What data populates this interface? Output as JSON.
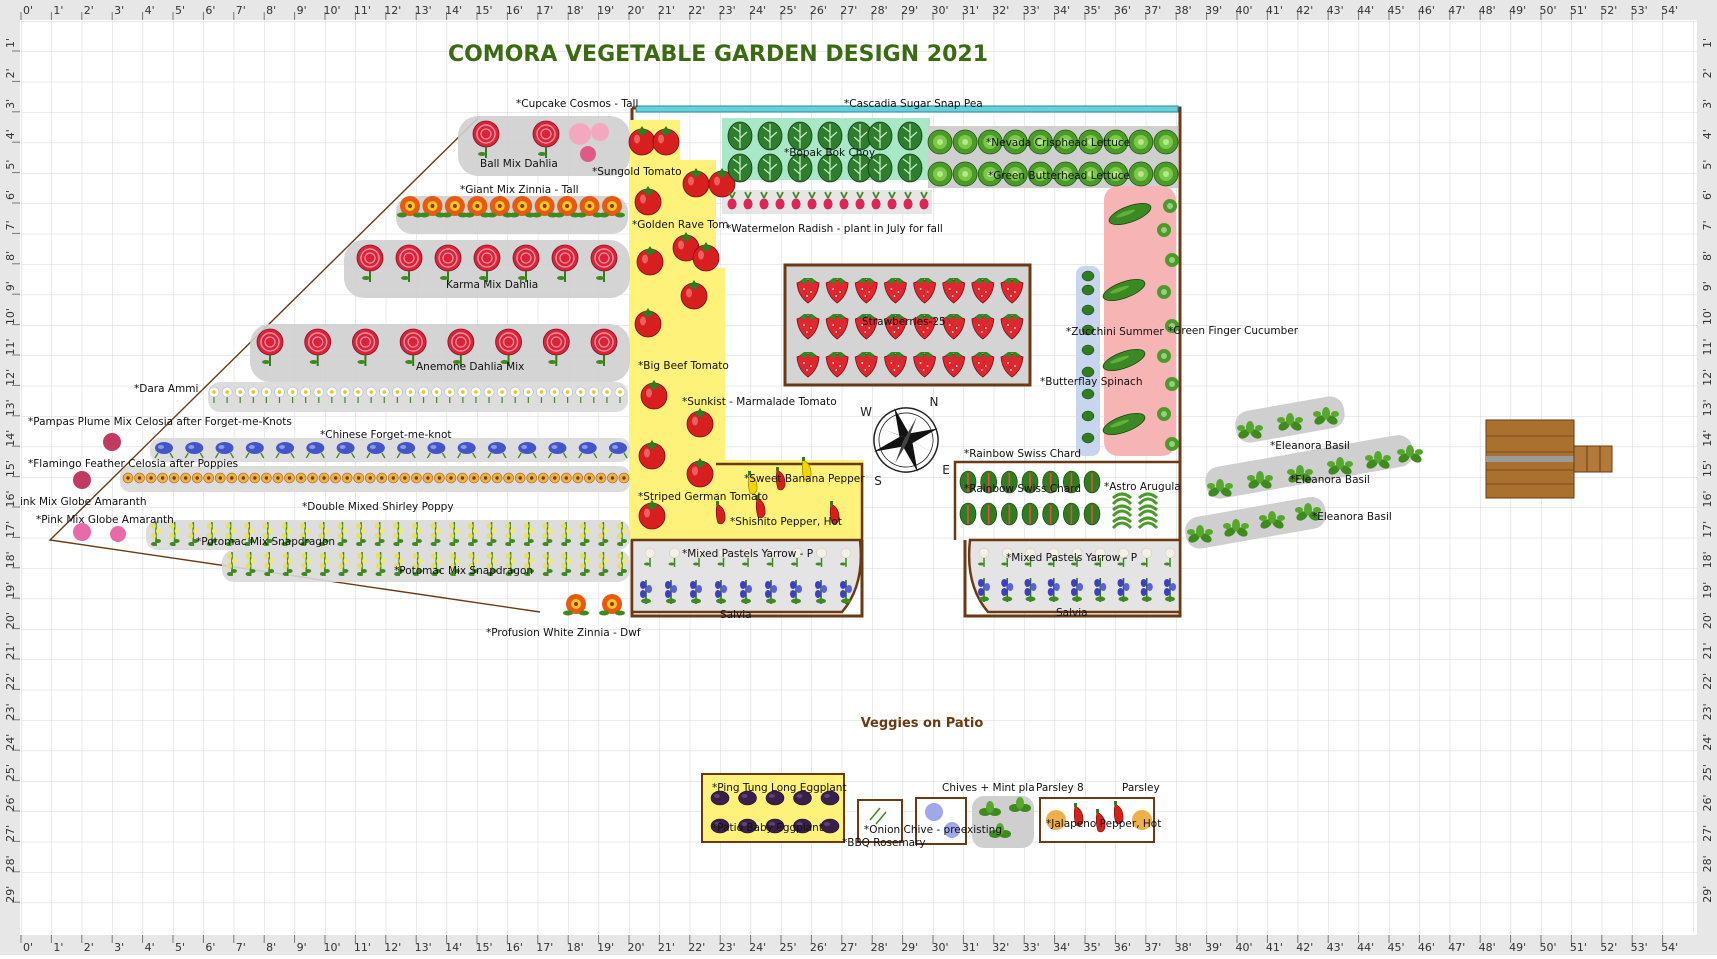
{
  "title": "COMORA VEGETABLE GARDEN DESIGN 2021",
  "patio_title": "Veggies on Patio",
  "ruler": {
    "top": [
      "0'",
      "1'",
      "2'",
      "3'",
      "4'",
      "5'",
      "6'",
      "7'",
      "8'",
      "9'",
      "10'",
      "11'",
      "12'",
      "13'",
      "14'",
      "15'",
      "16'",
      "17'",
      "18'",
      "19'",
      "20'",
      "21'",
      "22'",
      "23'",
      "24'",
      "25'",
      "26'",
      "27'",
      "28'",
      "29'",
      "30'",
      "31'",
      "32'",
      "33'",
      "34'",
      "35'",
      "36'",
      "37'",
      "38'",
      "39'",
      "40'",
      "41'",
      "42'",
      "43'",
      "44'",
      "45'",
      "46'",
      "47'",
      "48'",
      "49'",
      "50'",
      "51'",
      "52'",
      "53'",
      "54'"
    ],
    "side": [
      "1'",
      "2'",
      "3'",
      "4'",
      "5'",
      "6'",
      "7'",
      "8'",
      "9'",
      "10'",
      "11'",
      "12'",
      "13'",
      "14'",
      "15'",
      "16'",
      "17'",
      "18'",
      "19'",
      "20'",
      "21'",
      "22'",
      "23'",
      "24'",
      "25'",
      "26'",
      "27'",
      "28'",
      "29'"
    ]
  },
  "labels": {
    "cosmos": "*Cupcake Cosmos - Tall",
    "snap_pea": "*Cascadia Sugar Snap Pea",
    "ball_dahlia": "Ball Mix Dahlia",
    "sungold": "*Sungold Tomato",
    "bok_choy": "*Bopak Bok Choy",
    "nevada": "*Nevada Crisphead Lettuce",
    "butterhead": "*Green Butterhead Lettuce",
    "giant_zinnia": "*Giant Mix Zinnia - Tall",
    "golden_rave": "*Golden Rave Tom",
    "radish": "*Watermelon Radish - plant in July for fall",
    "karma_dahlia": "Karma Mix Dahlia",
    "strawberries": "Strawberries-25",
    "zucchini": "*Zucchini Summer",
    "cucumber": "*Green Finger Cucumber",
    "anemone_dahlia": "Anemone Dahlia Mix",
    "big_beef": "*Big Beef Tomato",
    "spinach": "*Butterflay Spinach",
    "dara": "*Dara Ammi",
    "sunkist": "*Sunkist - Marmalade Tomato",
    "pampas": "*Pampas Plume Mix Celosia after Forget-me-Knots",
    "forget_me_not": "*Chinese Forget-me-knot",
    "chard1": "*Rainbow Swiss Chard",
    "chard2": "*Rainbow Swiss Chard",
    "eleanora1": "*Eleanora Basil",
    "eleanora2": "*Eleanora Basil",
    "eleanora3": "*Eleanora Basil",
    "flamingo": "*Flamingo Feather Celosia after Poppies",
    "banana_pepper": "*Sweet Banana Pepper",
    "arugula": "*Astro Arugula",
    "amaranth1": "ink Mix Globe Amaranth",
    "striped_german": "*Striped German Tomato",
    "shirley_poppy": "*Double Mixed Shirley Poppy",
    "amaranth2": "*Pink Mix Globe Amaranth",
    "shishito": "*Shishito Pepper, Hot",
    "snapdragon1": "*Potomac Mix Snapdragon",
    "yarrow1": "*Mixed Pastels Yarrow - P",
    "yarrow2": "*Mixed Pastels Yarrow - P",
    "snapdragon2": "*Potomac Mix Snapdragon",
    "salvia1": "Salvia",
    "salvia2": "Salvia",
    "profusion": "*Profusion White Zinnia - Dwf",
    "ping_tung": "*Ping Tung Long Eggplant",
    "chives_mint": "Chives + Mint pla",
    "parsley8": "Parsley 8",
    "parsley": "Parsley",
    "patio_eggplant": "*Patio Baby Eggplant",
    "onion_chive": "*Onion Chive - preexisting",
    "jalapeno": "*Jalapeno Pepper, Hot",
    "bbq_rosemary": "*BBQ Rosemary"
  },
  "compass": {
    "n": "N",
    "s": "S",
    "e": "E",
    "w": "W"
  },
  "colors": {
    "title": "#3a6b12",
    "patio_title": "#6a3a10",
    "bed_border": "#6b3a14",
    "grid": "#d6d6d6",
    "ruler_bg": "#e7e7e7",
    "tomato": "#d81f1f",
    "tomato_zone": "#fff27a",
    "cucumber_zone": "#f7b4b4",
    "bok_zone": "#a9e8c6",
    "pea_bar": "#67d0dd",
    "leaf": "#3f8a1f"
  }
}
